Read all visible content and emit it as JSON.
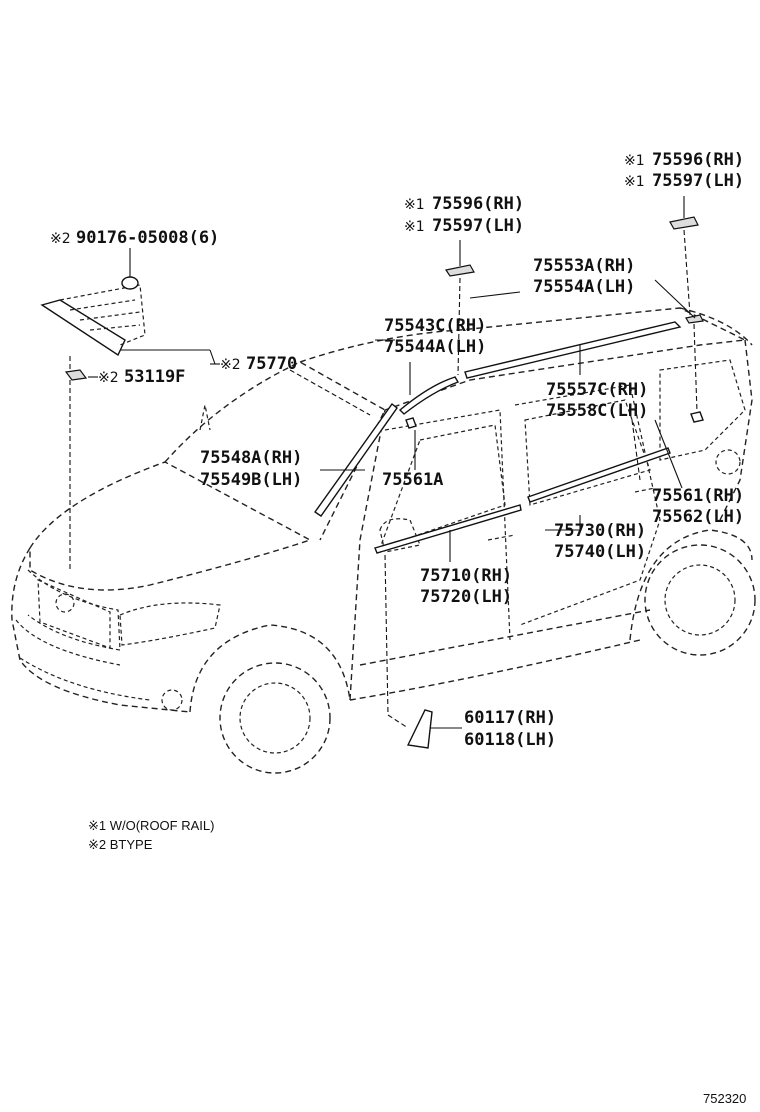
{
  "callouts": [
    {
      "id": "c1",
      "mark": "※1",
      "text": "75596(RH)"
    },
    {
      "id": "c2",
      "mark": "※1",
      "text": "75597(LH)"
    },
    {
      "id": "c3",
      "mark": "※1",
      "text": "75596(RH)"
    },
    {
      "id": "c4",
      "mark": "※1",
      "text": "75597(LH)"
    },
    {
      "id": "c5",
      "mark": "※2",
      "text": "90176-05008(6)"
    },
    {
      "id": "c6",
      "mark": "",
      "text": "75553A(RH)"
    },
    {
      "id": "c7",
      "mark": "",
      "text": "75554A(LH)"
    },
    {
      "id": "c8",
      "mark": "",
      "text": "75543C(RH)"
    },
    {
      "id": "c9",
      "mark": "",
      "text": "75544A(LH)"
    },
    {
      "id": "c10",
      "mark": "※2",
      "text": "75770"
    },
    {
      "id": "c11",
      "mark": "※2",
      "text": "53119F"
    },
    {
      "id": "c12",
      "mark": "",
      "text": "75557C(RH)"
    },
    {
      "id": "c13",
      "mark": "",
      "text": "75558C(LH)"
    },
    {
      "id": "c14",
      "mark": "",
      "text": "75548A(RH)"
    },
    {
      "id": "c15",
      "mark": "",
      "text": "75549B(LH)"
    },
    {
      "id": "c16",
      "mark": "",
      "text": "75561A"
    },
    {
      "id": "c17",
      "mark": "",
      "text": "75561(RH)"
    },
    {
      "id": "c18",
      "mark": "",
      "text": "75562(LH)"
    },
    {
      "id": "c19",
      "mark": "",
      "text": "75730(RH)"
    },
    {
      "id": "c20",
      "mark": "",
      "text": "75740(LH)"
    },
    {
      "id": "c21",
      "mark": "",
      "text": "75710(RH)"
    },
    {
      "id": "c22",
      "mark": "",
      "text": "75720(LH)"
    },
    {
      "id": "c23",
      "mark": "",
      "text": "60117(RH)"
    },
    {
      "id": "c24",
      "mark": "",
      "text": "60118(LH)"
    }
  ],
  "notes": [
    {
      "id": "n1",
      "text": "※1 W/O(ROOF RAIL)"
    },
    {
      "id": "n2",
      "text": "※2 BTYPE"
    }
  ],
  "figure_number": "752320"
}
